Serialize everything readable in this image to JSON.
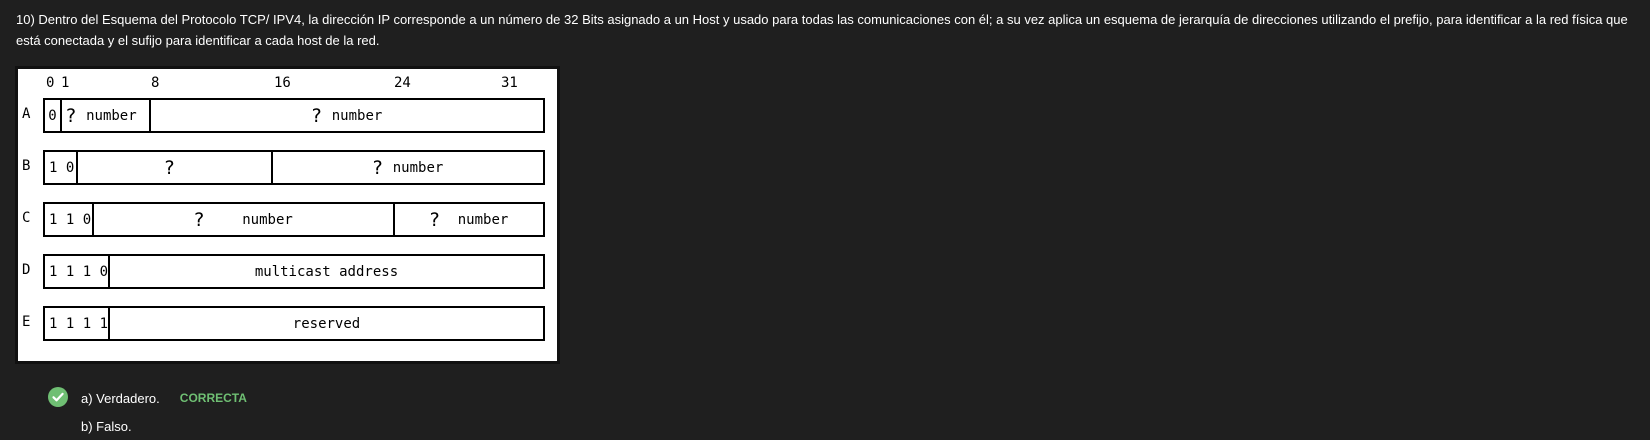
{
  "question": {
    "text": "10) Dentro del Esquema del Protocolo TCP/ IPV4, la dirección IP corresponde a un número de 32 Bits asignado a un Host y usado para todas las comunicaciones con él; a su vez aplica un esquema de jerarquía de direcciones utilizando el prefijo, para identificar a la red física que está conectada y el sufijo para identificar a cada host de la red."
  },
  "diagram": {
    "bit_numbers": [
      "0",
      "1",
      "8",
      "16",
      "24",
      "31"
    ],
    "rows": [
      {
        "label": "A",
        "cells": [
          {
            "text": "0"
          },
          {
            "q": "?",
            "text": "number"
          },
          {
            "q": "?",
            "text": "number"
          }
        ]
      },
      {
        "label": "B",
        "cells": [
          {
            "text": "1 0"
          },
          {
            "q": "?",
            "text": ""
          },
          {
            "q": "?",
            "text": "number"
          }
        ]
      },
      {
        "label": "C",
        "cells": [
          {
            "text": "1 1 0"
          },
          {
            "q": "?",
            "text": "number"
          },
          {
            "q": "?",
            "text": "number"
          }
        ]
      },
      {
        "label": "D",
        "cells": [
          {
            "text": "1 1 1 0"
          },
          {
            "text": "multicast address"
          }
        ]
      },
      {
        "label": "E",
        "cells": [
          {
            "text": "1 1 1 1"
          },
          {
            "text": "reserved"
          }
        ]
      }
    ]
  },
  "options": [
    {
      "label": "a) Verdadero.",
      "status": "CORRECTA",
      "icon": "check-circle-icon"
    },
    {
      "label": "b) Falso.",
      "status": ""
    }
  ],
  "colors": {
    "background": "#1f1f1f",
    "correct": "#6fbf73"
  }
}
